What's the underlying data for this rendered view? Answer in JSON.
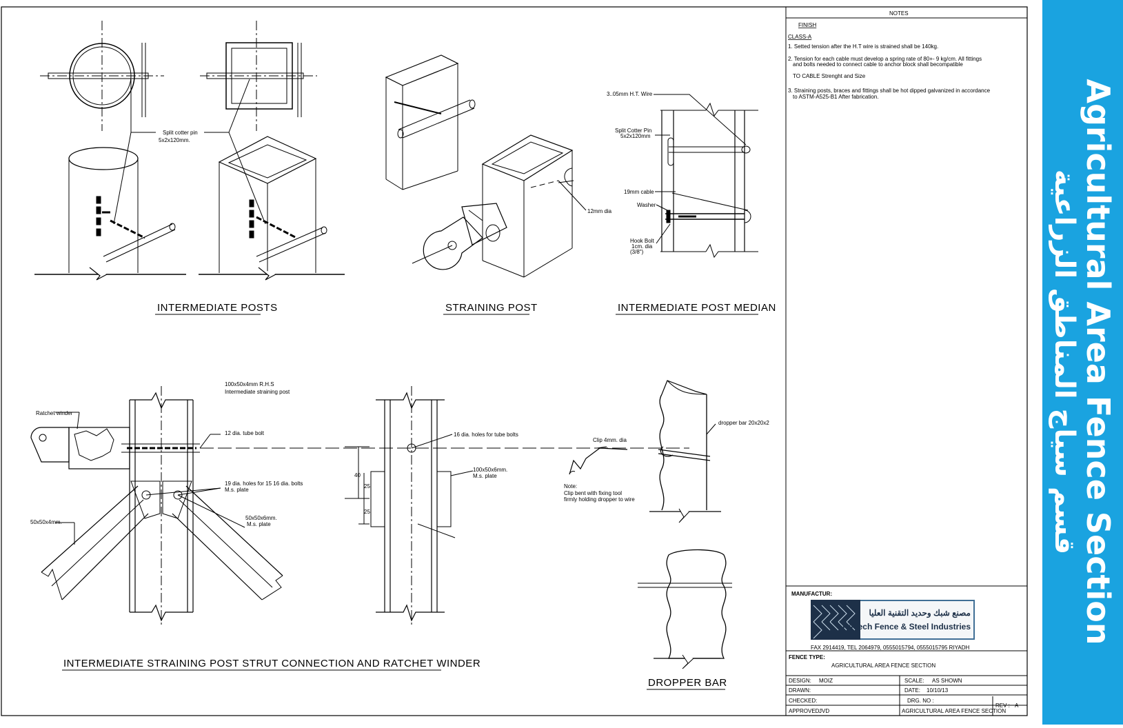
{
  "sections": {
    "intermediate_posts": "INTERMEDIATE  POSTS",
    "straining_post": "STRAINING  POST",
    "intermediate_post_median": "INTERMEDIATE  POST  MEDIAN",
    "strut_connection": "INTERMEDIATE  STRAINING  POST  STRUT  CONNECTION  AND  RATCHET  WINDER",
    "dropper_bar": "DROPPER  BAR"
  },
  "labels": {
    "split_cotter_pin_1": "Split  cotter  pin",
    "split_cotter_pin_2": "5x2x120mm.",
    "dia_12mm": "12mm  dia",
    "ht_wire": "3..05mm  H.T.  Wire",
    "split_cotter_pin_cap_1": "Split  Cotter  Pin",
    "split_cotter_pin_cap_2": "5x2x120mm",
    "cable_19mm": "19mm  cable",
    "washer": "Washer",
    "hook_bolt_1": "Hook  Bolt",
    "hook_bolt_2": "1cm.  dia",
    "hook_bolt_3": "(3/8\")",
    "rhs_1": "100x50x4mm  R.H.S",
    "rhs_2": "Intermediate  straining  post",
    "ratchet_winder": "Ratchet  winder",
    "tube_bolt": "12  dia.  tube  bolt",
    "holes_19_1": "19  dia.  holes  for  15  16  dia.  bolts",
    "holes_19_2": "M.s.  plate",
    "angle_50x50x4": "50x50x4mm.",
    "plate_50x50x6_1": "50x50x6mm.",
    "plate_50x50x6_2": "M.s.  plate",
    "holes_16": "16  dia.  holes  for  tube  bolts",
    "plate_100_1": "100x50x6mm.",
    "plate_100_2": "M.s.  plate",
    "dim_40": "40",
    "dim_25a": "25",
    "dim_25b": "25",
    "clip": "Clip  4mm.  dia",
    "note_1": "Note:",
    "note_2": "Clip  bent  with  fixing  tool",
    "note_3": "firmly  holding  dropper  to  wire",
    "dropper_bar_size": "dropper  bar  20x20x2"
  },
  "notes": {
    "heading": "NOTES",
    "finish": "FINISH",
    "class": "CLASS-A",
    "lines": [
      "1.  Setted  tension  after  the  H.T  wire  is  strained  shall  be  140kg.",
      "2.  Tension  for  each  cable  must  develop  a  spring  rate  of  80+-  9  kg/cm.  All  fittings",
      "and  bolts  needed  to  connect  cable  to  anchor  block  shall  becompatible",
      "TO  CABLE  Strenght  and  Size",
      "3.  Straining  posts,  braces  and  fittings  shall  be  hot  dipped  galvanized  in  accordance",
      "to  ASTM-A525-B1    After  fabrication."
    ]
  },
  "title_block": {
    "manufacturer_label": "MANUFACTUR:",
    "logo_ar": "مصنع شبك وحديد التقنية العليا",
    "logo_en": "Hi-Tech Fence & Steel Industries",
    "contact": "FAX  2914419,  TEL  2064979,    0555015794,  0555015795  RIYADH",
    "fence_type_label": "FENCE  TYPE:",
    "fence_type_value": "AGRICULTURAL  AREA  FENCE  SECTION",
    "design_label": "DESIGN:",
    "design_value": "MOIZ",
    "scale_label": "SCALE:",
    "scale_value": "AS  SHOWN",
    "drawn_label": "DRAWN:",
    "date_label": "DATE:",
    "date_value": "10/10/13",
    "checked_label": "CHECKED:",
    "drg_label": "DRG.  NO  :",
    "approved_label": "APPROVED:",
    "approved_value": "JVD",
    "drg_value": "AGRICULTURAL  AREA  FENCE  SECTION",
    "rev_label": "REV  :",
    "rev_value": "A"
  },
  "side_banner": {
    "english": "Agricultural Area Fence Section",
    "arabic": "قسم سياج المناطق الزراعية",
    "color": "#1aa3e0"
  }
}
